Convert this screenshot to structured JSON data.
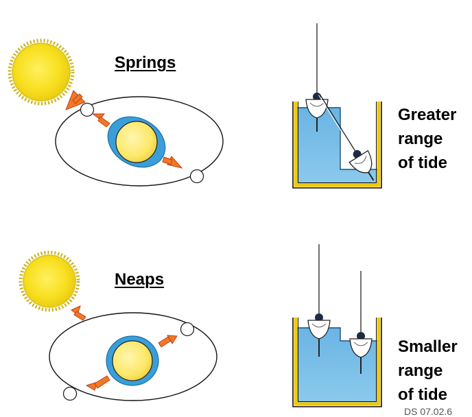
{
  "springs": {
    "heading": "Springs",
    "tide_lines": [
      "Greater",
      "range",
      "of tide"
    ]
  },
  "neaps": {
    "heading": "Neaps",
    "tide_lines": [
      "Smaller",
      "range",
      "of tide"
    ]
  },
  "footer": {
    "slide_id": "DS 07.02.6"
  },
  "colors": {
    "sun": "#f8e020",
    "sun_edge": "#c8b010",
    "earth": "#fce868",
    "water_halo": "#3a9ed8",
    "arrow": "#f07828",
    "moon": "#ffffff",
    "tank_border": "#f0c808",
    "water": "#7cc0e8",
    "boat": "#ffffff"
  }
}
